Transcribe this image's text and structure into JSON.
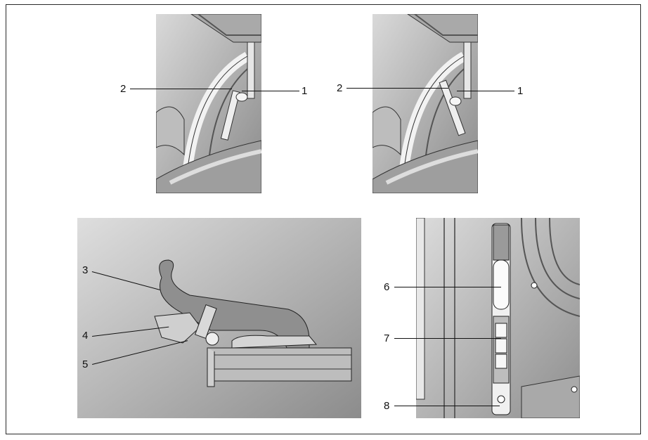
{
  "figure": {
    "callouts": {
      "c1_left": "1",
      "c2_left": "2",
      "c1_right": "1",
      "c2_right": "2",
      "c3": "3",
      "c4": "4",
      "c5": "5",
      "c6": "6",
      "c7": "7",
      "c8": "8"
    }
  }
}
